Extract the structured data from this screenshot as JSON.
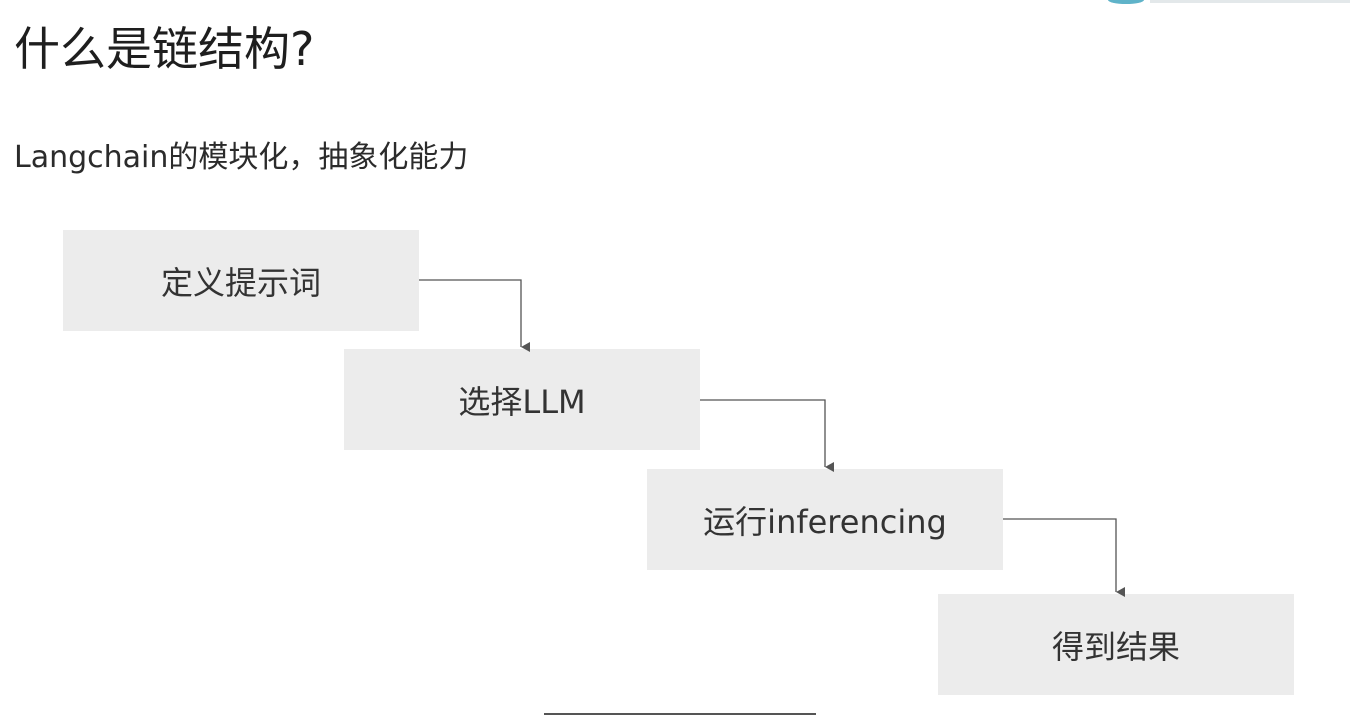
{
  "title": "什么是链结构?",
  "subtitle": "Langchain的模块化，抽象化能力",
  "steps": [
    {
      "label": "定义提示词"
    },
    {
      "label": "选择LLM"
    },
    {
      "label": "运行inferencing"
    },
    {
      "label": "得到结果"
    }
  ],
  "colors": {
    "box_fill": "#ececec",
    "connector": "#555555",
    "text": "#1e1e1e"
  }
}
